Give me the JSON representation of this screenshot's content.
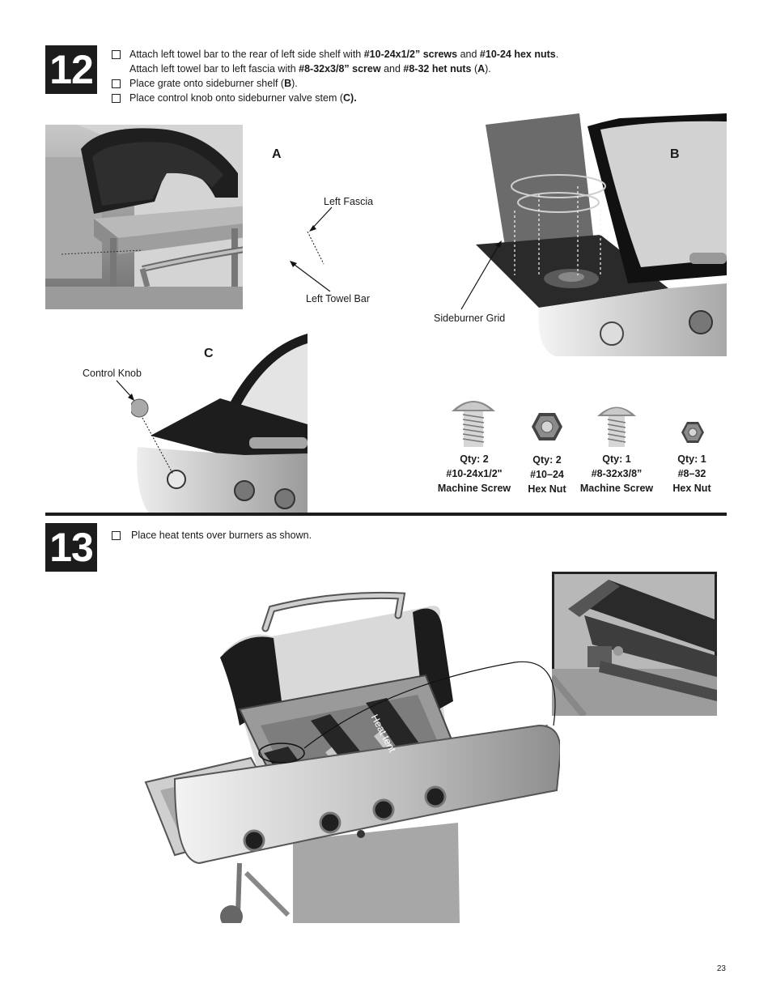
{
  "step12": {
    "number": "12",
    "lines": [
      {
        "text": "Attach left towel bar to the rear of left side shelf with ",
        "bold1": "#10-24x1/2” screws",
        "mid": " and ",
        "bold2": "#10-24 hex nuts",
        "end": "."
      },
      {
        "text": "Attach left towel bar to left fascia with ",
        "bold1": "#8-32x3/8” screw",
        "mid": " and ",
        "bold2": "#8-32 het nuts",
        "end": " (",
        "bold3": "A",
        "end2": ")."
      },
      {
        "text": "Place grate onto sideburner shelf (",
        "bold1": "B",
        "end": ")."
      },
      {
        "text": "Place control knob onto sideburner valve stem (",
        "bold1": "C).",
        "end": ""
      }
    ],
    "figA": {
      "letter": "A",
      "callout1": "Left Fascia",
      "callout2": "Left Towel Bar"
    },
    "figB": {
      "letter": "B",
      "callout1": "Sideburner Grid"
    },
    "figC": {
      "letter": "C",
      "callout1": "Control  Knob"
    },
    "hardware": [
      {
        "qty": "Qty: 2",
        "spec": "#10-24x1/2\"",
        "name": "Machine Screw"
      },
      {
        "qty": "Qty: 2",
        "spec": "#10–24",
        "name": "Hex  Nut"
      },
      {
        "qty": "Qty: 1",
        "spec": "#8-32x3/8”",
        "name": "Machine Screw"
      },
      {
        "qty": "Qty: 1",
        "spec": "#8–32",
        "name": "Hex  Nut"
      }
    ]
  },
  "step13": {
    "number": "13",
    "line": "Place heat tents over burners as  shown.",
    "callout": "Heat  tent"
  },
  "page_number": "23"
}
